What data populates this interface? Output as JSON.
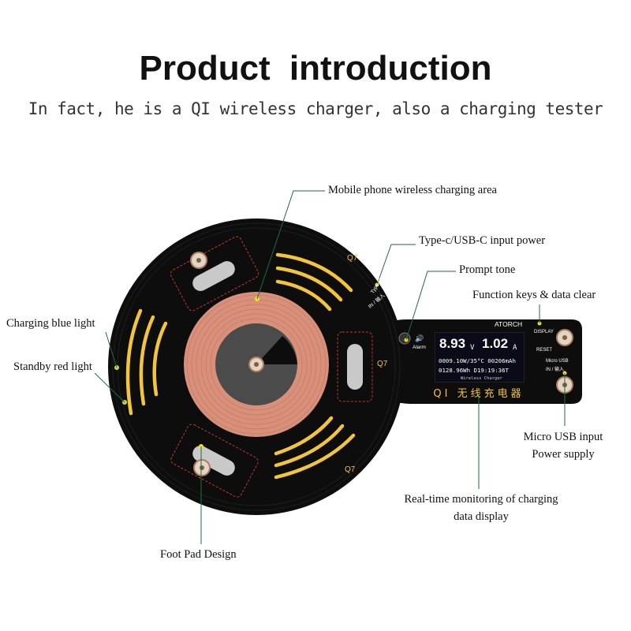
{
  "header": {
    "title": "Product  introduction",
    "subtitle": "In fact, he is a QI wireless charger, also a charging tester"
  },
  "callouts": {
    "charging_area": "Mobile phone wireless charging area",
    "type_c": "Type-c/USB-C input power",
    "prompt_tone": "Prompt tone",
    "function_keys": "Function keys & data clear",
    "blue_light": "Charging blue light",
    "red_light": "Standby red light",
    "micro_usb_line1": "Micro USB input",
    "micro_usb_line2": "Power supply",
    "monitoring_line1": "Real-time monitoring of charging",
    "monitoring_line2": "data display",
    "foot_pad": "Foot Pad Design"
  },
  "device": {
    "brand": "ATORCH",
    "chinese_label": "QI 无线充电器",
    "lcd_caption": "Wireless Charger",
    "q7_label": "Q7",
    "type_c_port": "Type-C",
    "in_label_left": "IN / 输入",
    "alarm": "Alarm",
    "display_key": "DISPLAY",
    "reset_key": "RESET",
    "micro_usb_port": "Micro USB",
    "in_label_right": "IN / 输入"
  },
  "lcd": {
    "voltage": "8.93",
    "voltage_unit": "V",
    "current": "1.02",
    "current_unit": "A",
    "row1": "0009.10W/35°C 00206mAh",
    "row2": "0128.96Wh  D19:19:36T"
  },
  "colors": {
    "board": "#0d0d0d",
    "gold": "#f2c53d",
    "coil": "#d9927a",
    "callout_line": "#1f6e3a",
    "led_dot": "#c8d63a"
  }
}
